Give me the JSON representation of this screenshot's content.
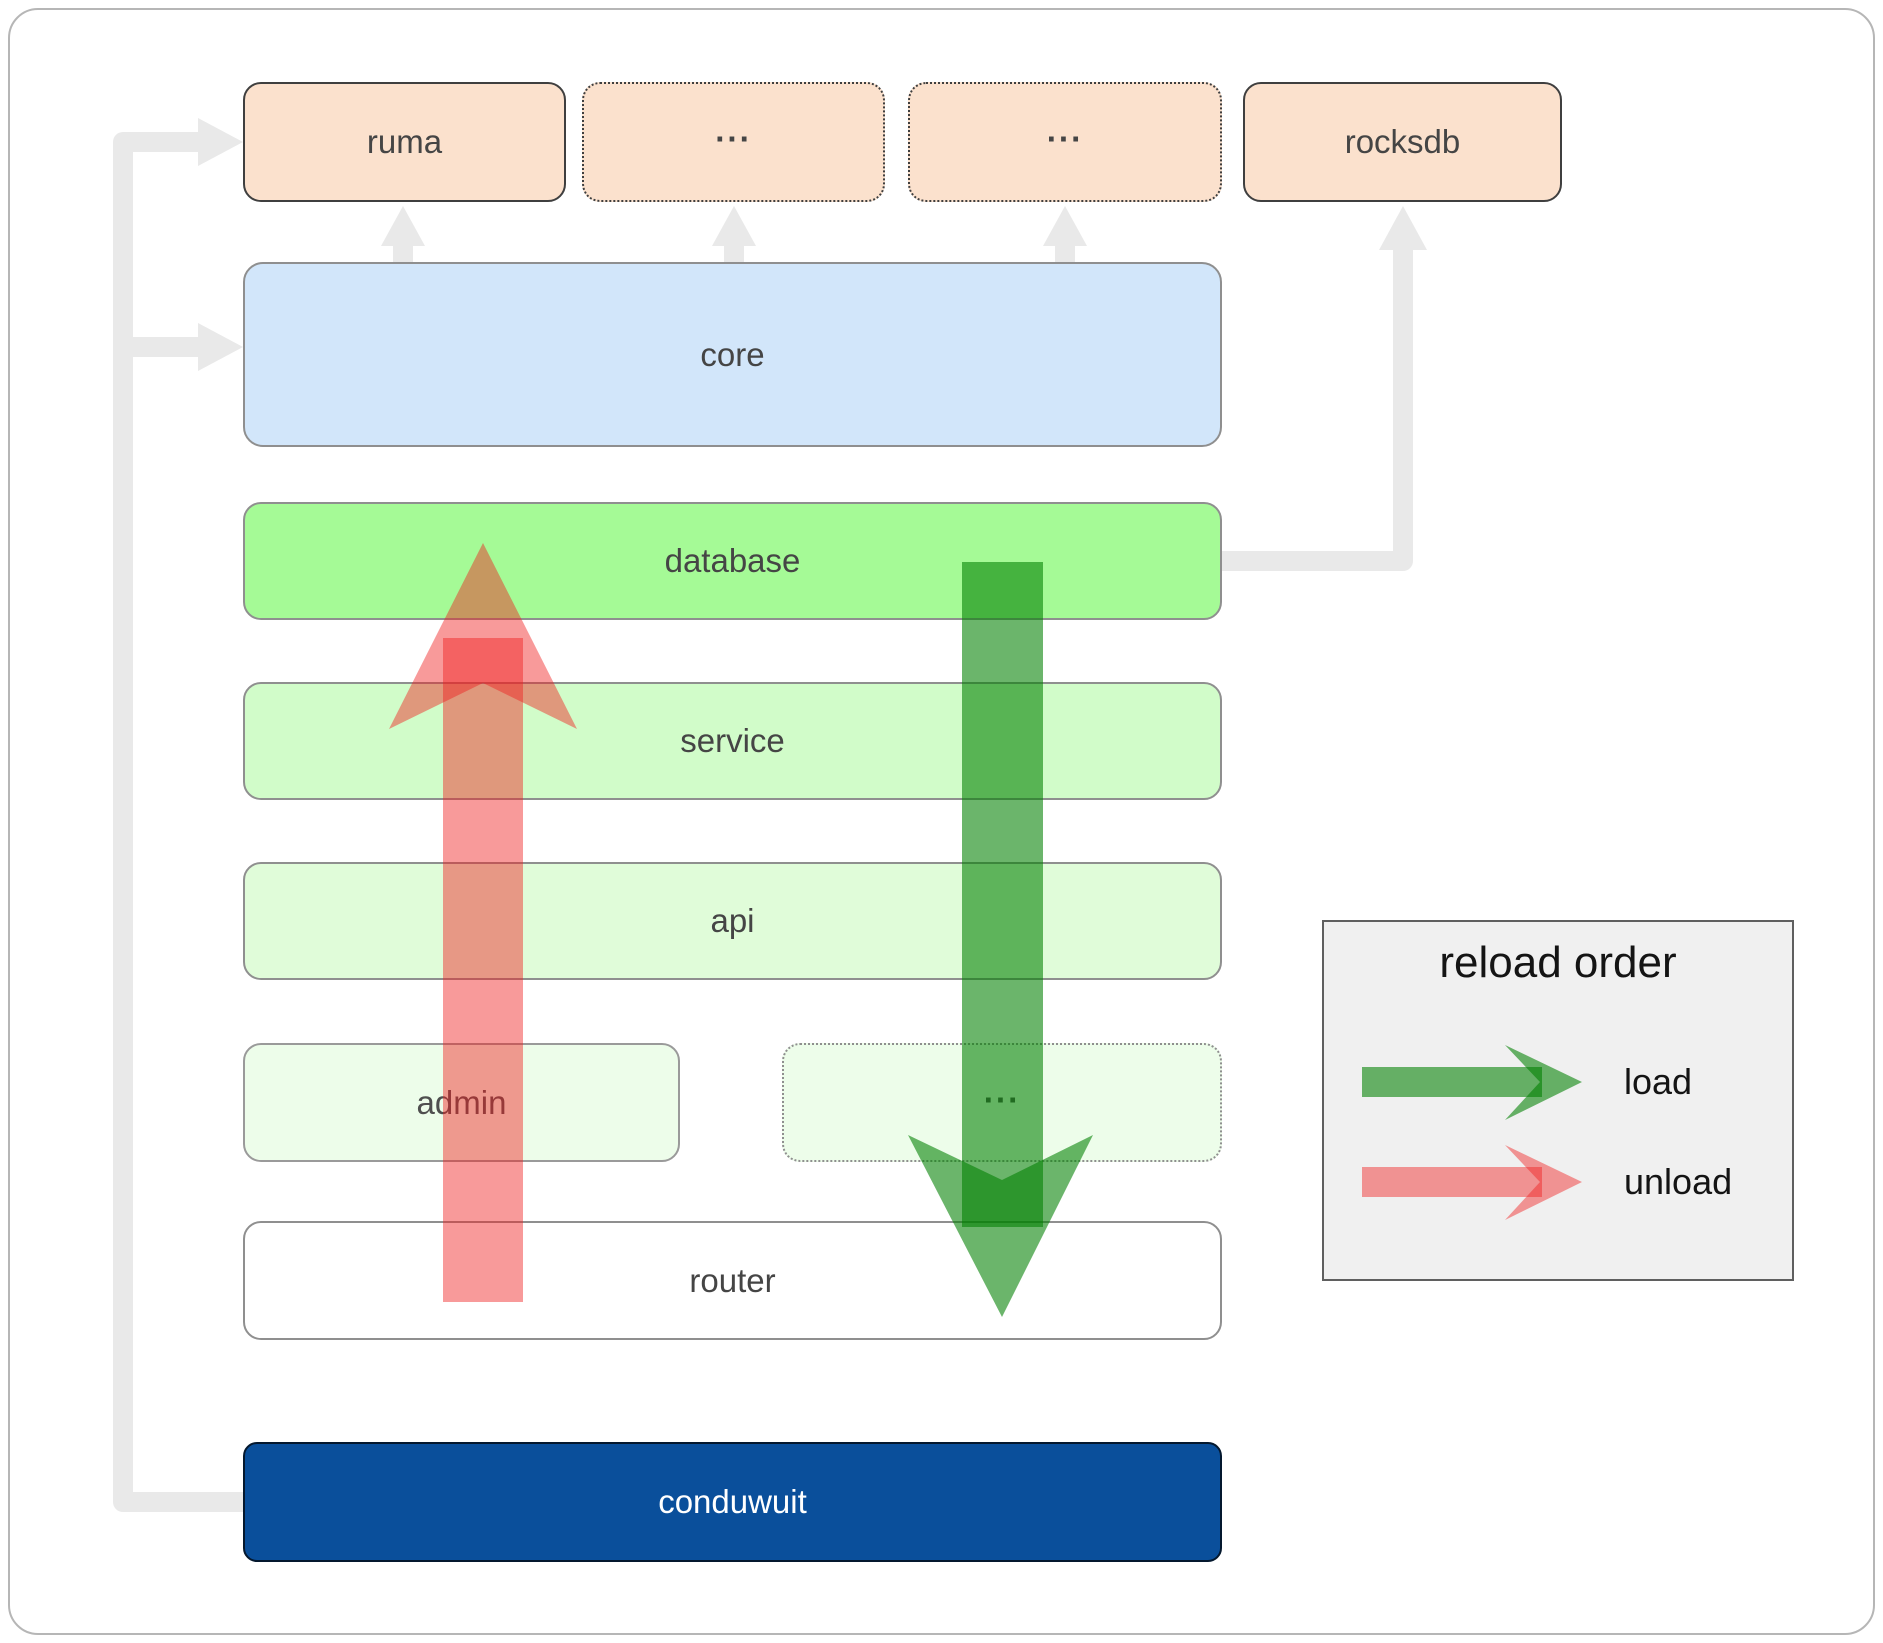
{
  "diagram": {
    "nodes": {
      "ruma": {
        "label": "ruma",
        "fill": "#fbe1cd",
        "border_style": "solid"
      },
      "deps_more_1": {
        "label": "...",
        "fill": "#fbe1cd",
        "border_style": "dotted"
      },
      "deps_more_2": {
        "label": "...",
        "fill": "#fbe1cd",
        "border_style": "dotted"
      },
      "rocksdb": {
        "label": "rocksdb",
        "fill": "#fbe1cd",
        "border_style": "solid"
      },
      "core": {
        "label": "core",
        "fill": "#d2e6fa",
        "border_style": "solid"
      },
      "database": {
        "label": "database",
        "fill": "#a5fa96",
        "border_style": "solid"
      },
      "service": {
        "label": "service",
        "fill": "#d1fcc9",
        "border_style": "solid"
      },
      "api": {
        "label": "api",
        "fill": "#e0fcd9",
        "border_style": "solid"
      },
      "admin": {
        "label": "admin",
        "fill": "#edfdea",
        "border_style": "solid"
      },
      "crates_more": {
        "label": "...",
        "fill": "#edfdea",
        "border_style": "dotted"
      },
      "router": {
        "label": "router",
        "fill": "#ffffff",
        "border_style": "solid"
      },
      "conduwuit": {
        "label": "conduwuit",
        "fill": "#0a4f9b",
        "border_style": "solid"
      }
    },
    "legend": {
      "title": "reload order",
      "items": [
        {
          "label": "load",
          "color": "rgba(0,128,0,0.58)"
        },
        {
          "label": "unload",
          "color": "rgba(240,30,30,0.45)"
        }
      ]
    },
    "colors": {
      "load_arrow": "rgba(0,128,0,0.58)",
      "unload_arrow": "rgba(240,30,30,0.45)",
      "connector": "#e9e9e9",
      "dependency_fill": "#fbe1cd",
      "core_fill": "#d2e6fa",
      "database_fill": "#a5fa96",
      "conduwuit_fill": "#0a4f9b"
    }
  }
}
